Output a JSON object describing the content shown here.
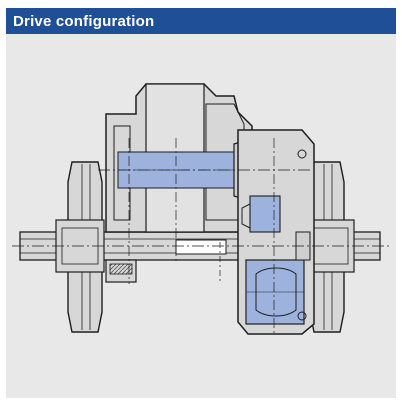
{
  "header": {
    "title": "Drive configuration"
  },
  "colors": {
    "header_bg": "#1f4f96",
    "header_text": "#ffffff",
    "panel_bg": "#e8e8e8",
    "metal_fill": "#d7d7d7",
    "outline": "#1e1e1e",
    "highlight_fill": "#9db3dd"
  },
  "diagram": {
    "icon": "bogie-drive-cross-section",
    "parts": [
      "left-wheel",
      "right-wheel",
      "axle",
      "traction-motor",
      "drive-shaft",
      "gearbox",
      "coupling"
    ]
  }
}
